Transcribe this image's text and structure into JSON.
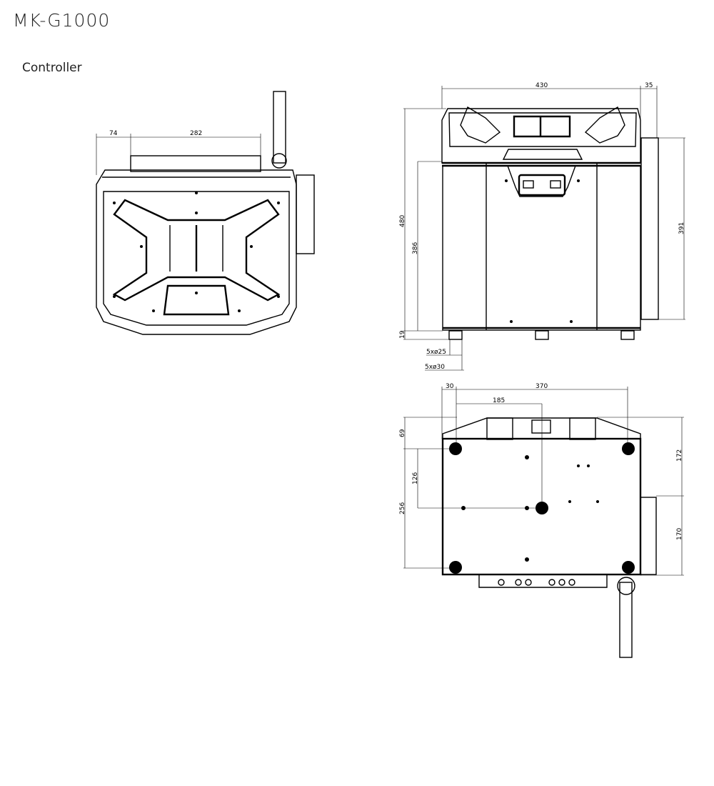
{
  "header": {
    "model": "MK-G1000",
    "section": "Controller"
  },
  "side_view": {
    "dimensions": {
      "offset": "74",
      "width": "282"
    }
  },
  "front_view": {
    "dimensions": {
      "width": "430",
      "side_depth": "35",
      "height": "480",
      "body_height": "386",
      "side_height": "391",
      "foot_height": "19",
      "foot_small": "5xø25",
      "foot_large": "5xø30"
    }
  },
  "bottom_view": {
    "dimensions": {
      "edge": "30",
      "foot_span": "370",
      "center": "185",
      "front_offset": "69",
      "center_offset": "126",
      "foot_depth": "256",
      "upper": "172",
      "lower": "170"
    }
  }
}
